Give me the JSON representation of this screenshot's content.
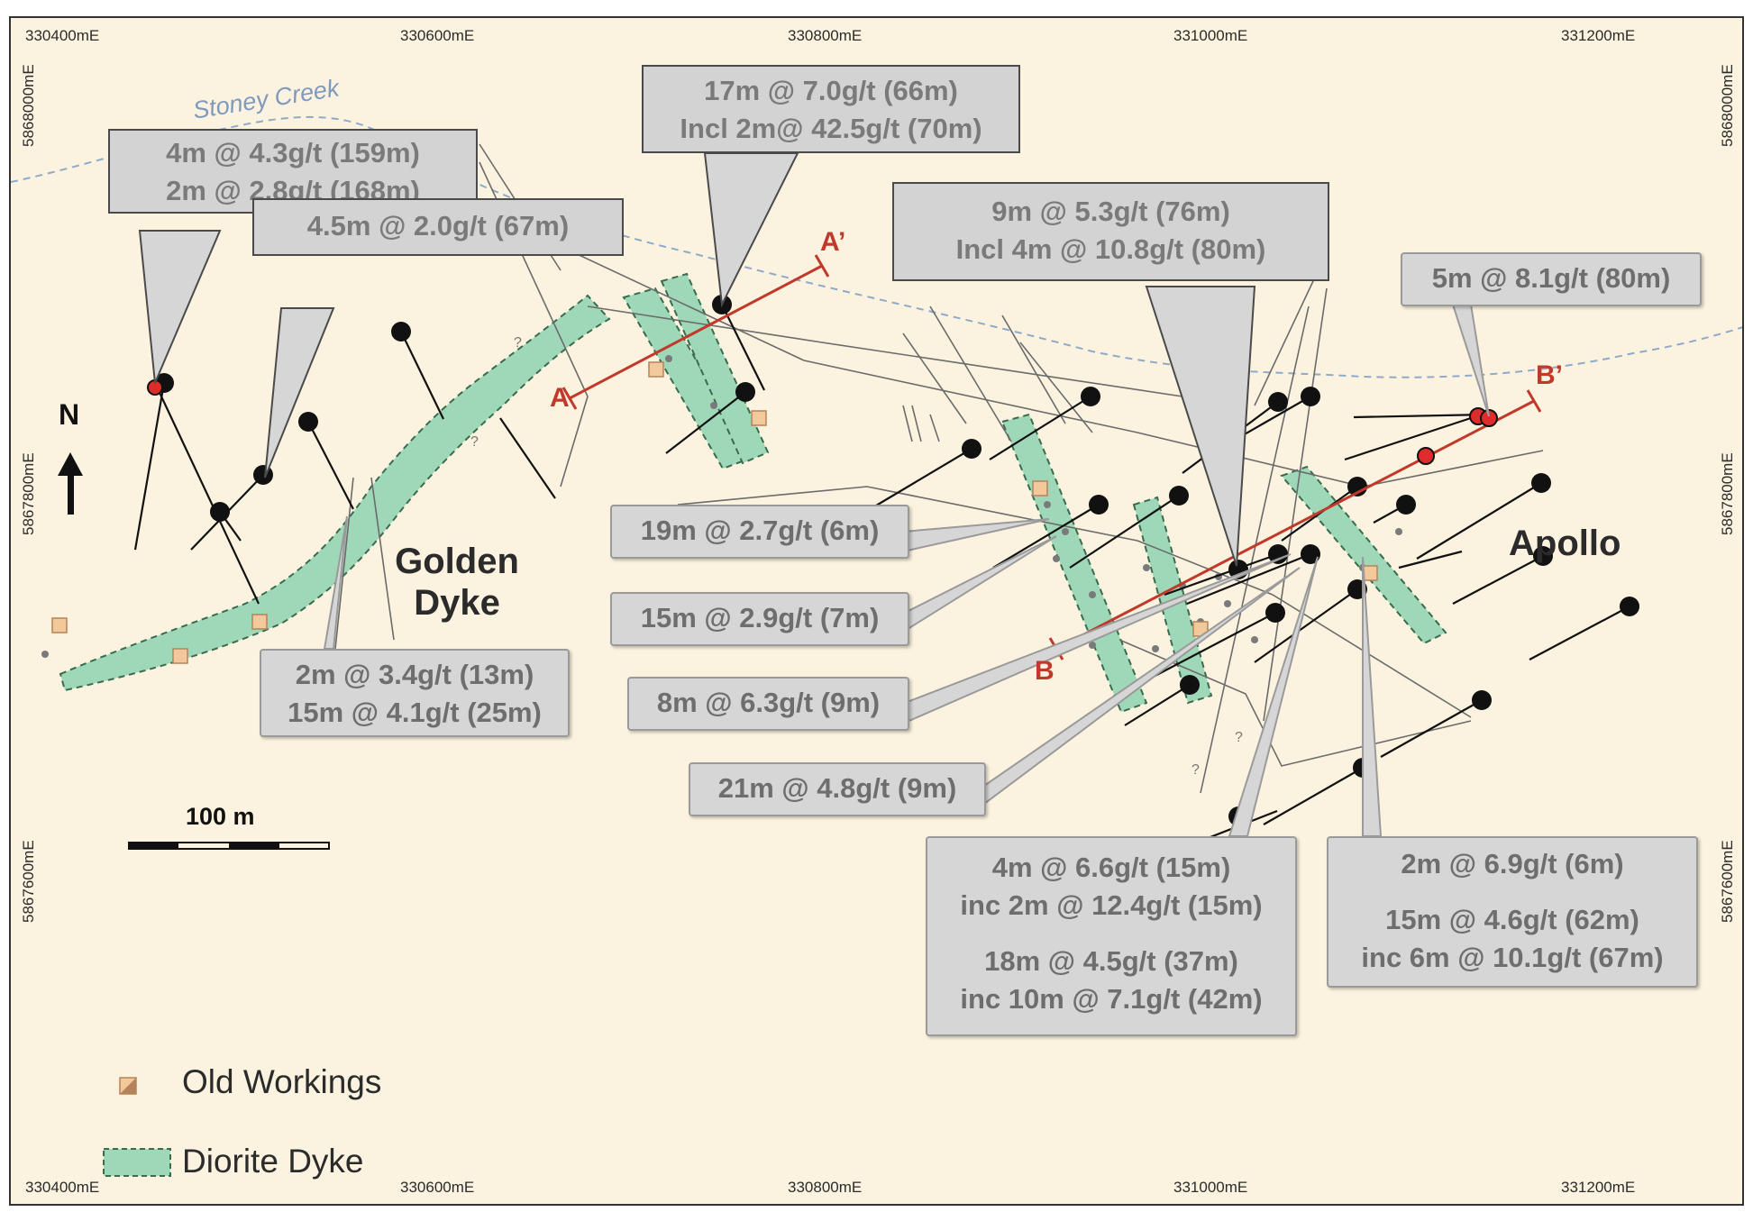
{
  "axes": {
    "easting_ticks": [
      "330400mE",
      "330600mE",
      "330800mE",
      "331000mE",
      "331200mE"
    ],
    "northing_ticks": [
      "5868000mE",
      "5867800mE",
      "5867600mE"
    ]
  },
  "map": {
    "creek_label": "Stoney Creek",
    "place_labels": {
      "golden_dyke_line1": "Golden",
      "golden_dyke_line2": "Dyke",
      "apollo": "Apollo"
    },
    "north_arrow": "N",
    "uncertain_marker": "?",
    "section_labels": {
      "a": "A",
      "a_prime": "A’",
      "b": "B",
      "b_prime": "B’"
    },
    "scale_bar_label": "100 m"
  },
  "callouts": {
    "c1": [
      "4m @ 4.3g/t (159m)",
      "2m @ 2.8g/t (168m)"
    ],
    "c2": [
      "4.5m @ 2.0g/t (67m)"
    ],
    "c3": [
      "17m @ 7.0g/t (66m)",
      "Incl 2m@ 42.5g/t (70m)"
    ],
    "c4": [
      "9m @ 5.3g/t (76m)",
      "Incl 4m @ 10.8g/t (80m)"
    ],
    "c5": [
      "5m @ 8.1g/t (80m)"
    ],
    "c6": [
      "19m @ 2.7g/t (6m)"
    ],
    "c7": [
      "15m @ 2.9g/t (7m)"
    ],
    "c8": [
      "8m @ 6.3g/t (9m)"
    ],
    "c9": [
      "21m @ 4.8g/t (9m)"
    ],
    "c10": [
      "2m @ 3.4g/t (13m)",
      "15m @ 4.1g/t (25m)"
    ],
    "c11": [
      "4m @ 6.6g/t (15m)",
      "inc 2m @ 12.4g/t (15m)",
      "18m @ 4.5g/t (37m)",
      "inc 10m @ 7.1g/t (42m)"
    ],
    "c12": [
      "2m @ 6.9g/t (6m)",
      "15m @ 4.6g/t (62m)",
      "inc 6m @ 10.1g/t (67m)"
    ]
  },
  "legend": {
    "old_workings": "Old Workings",
    "diorite_dyke": "Diorite Dyke"
  },
  "colors": {
    "background": "#fbf3df",
    "dyke_fill": "#9fd8b8",
    "section_line": "#c0392b",
    "callout_fill": "#d6d6d6",
    "creek": "#8fa9c8"
  }
}
